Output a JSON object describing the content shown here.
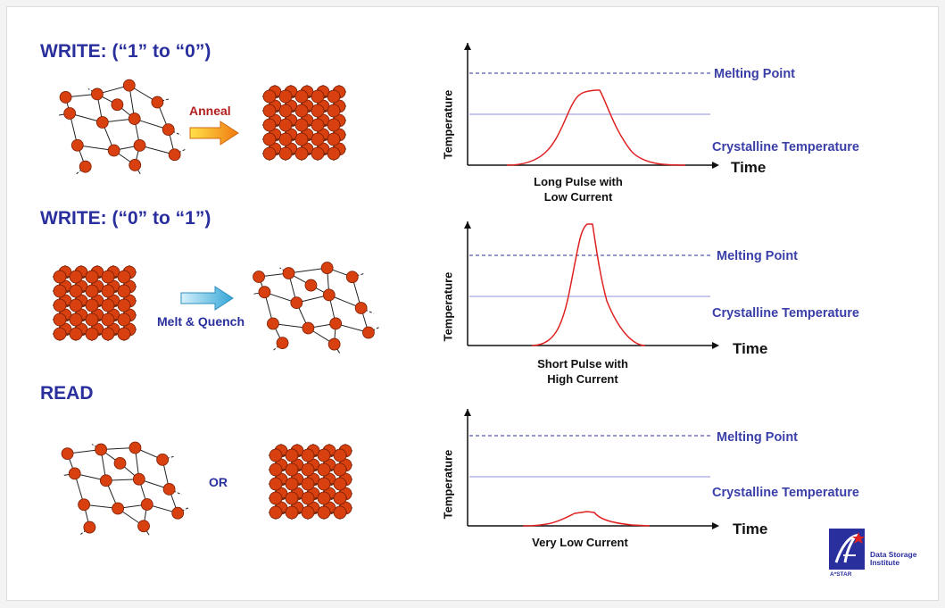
{
  "headings": {
    "write_1_to_0": "WRITE: (“1” to “0”)",
    "write_0_to_1": "WRITE: (“0” to “1”)",
    "read": "READ"
  },
  "process_labels": {
    "anneal": "Anneal",
    "melt_quench": "Melt & Quench",
    "or": "OR"
  },
  "graphs": [
    {
      "melting_label": "Melting Point",
      "crystalline_label": "Crystalline Temperature",
      "y_axis_label": "Temperature",
      "x_axis_label": "Time",
      "caption_line1": "Long Pulse with",
      "caption_line2": "Low Current",
      "pulse": "long-low"
    },
    {
      "melting_label": "Melting Point",
      "crystalline_label": "Crystalline Temperature",
      "y_axis_label": "Temperature",
      "x_axis_label": "Time",
      "caption_line1": "Short Pulse with",
      "caption_line2": "High Current",
      "pulse": "short-high"
    },
    {
      "melting_label": "Melting Point",
      "crystalline_label": "Crystalline Temperature",
      "y_axis_label": "Temperature",
      "x_axis_label": "Time",
      "caption_line1": "Very Low Current",
      "caption_line2": "",
      "pulse": "very-low"
    }
  ],
  "logo": {
    "brand": "A*STAR",
    "line1": "Data Storage",
    "line2": "Institute"
  },
  "colors": {
    "heading": "#2a2f9e",
    "atom": "#d8400f",
    "pulse_curve": "#e02020",
    "melting_line": "#2a2f9e",
    "crystalline_line": "#8c90e0",
    "anneal_text": "#b31f1f"
  }
}
